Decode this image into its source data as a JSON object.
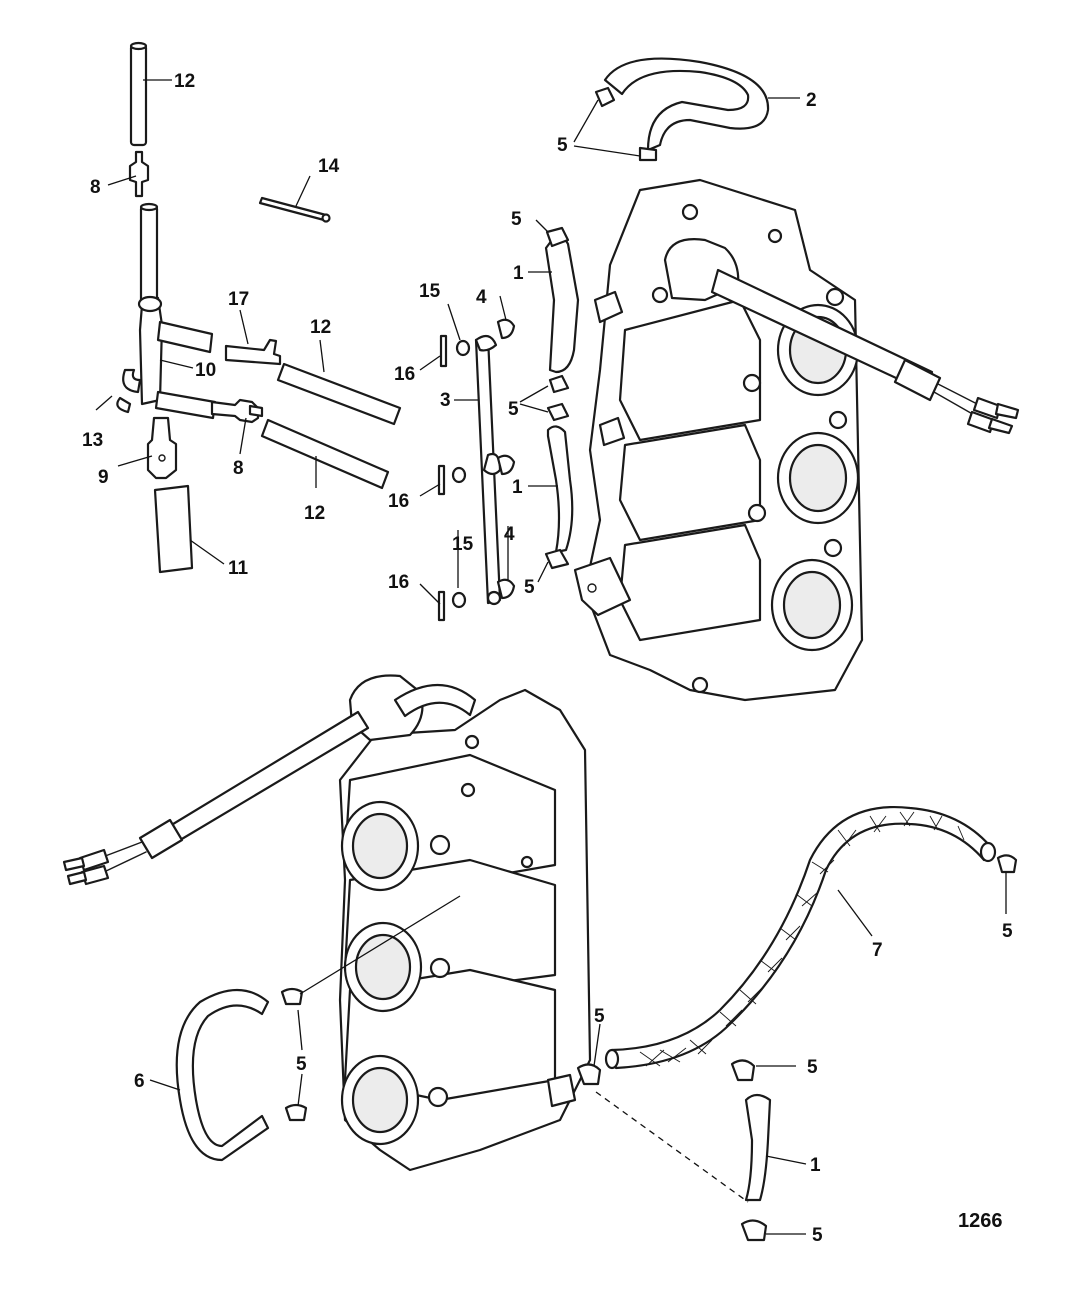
{
  "figure_number": "1266",
  "callouts": {
    "c1a": "1",
    "c1b": "1",
    "c1c": "1",
    "c2": "2",
    "c3": "3",
    "c4a": "4",
    "c4b": "4",
    "c5a": "5",
    "c5b": "5",
    "c5c": "5",
    "c5d": "5",
    "c5e": "5",
    "c5f": "5",
    "c5g": "5",
    "c5h": "5",
    "c5i": "5",
    "c6": "6",
    "c7": "7",
    "c8a": "8",
    "c8b": "8",
    "c9": "9",
    "c10": "10",
    "c11": "11",
    "c12a": "12",
    "c12b": "12",
    "c12c": "12",
    "c13": "13",
    "c14": "14",
    "c15a": "15",
    "c15b": "15",
    "c16a": "16",
    "c16b": "16",
    "c16c": "16",
    "c17": "17"
  }
}
